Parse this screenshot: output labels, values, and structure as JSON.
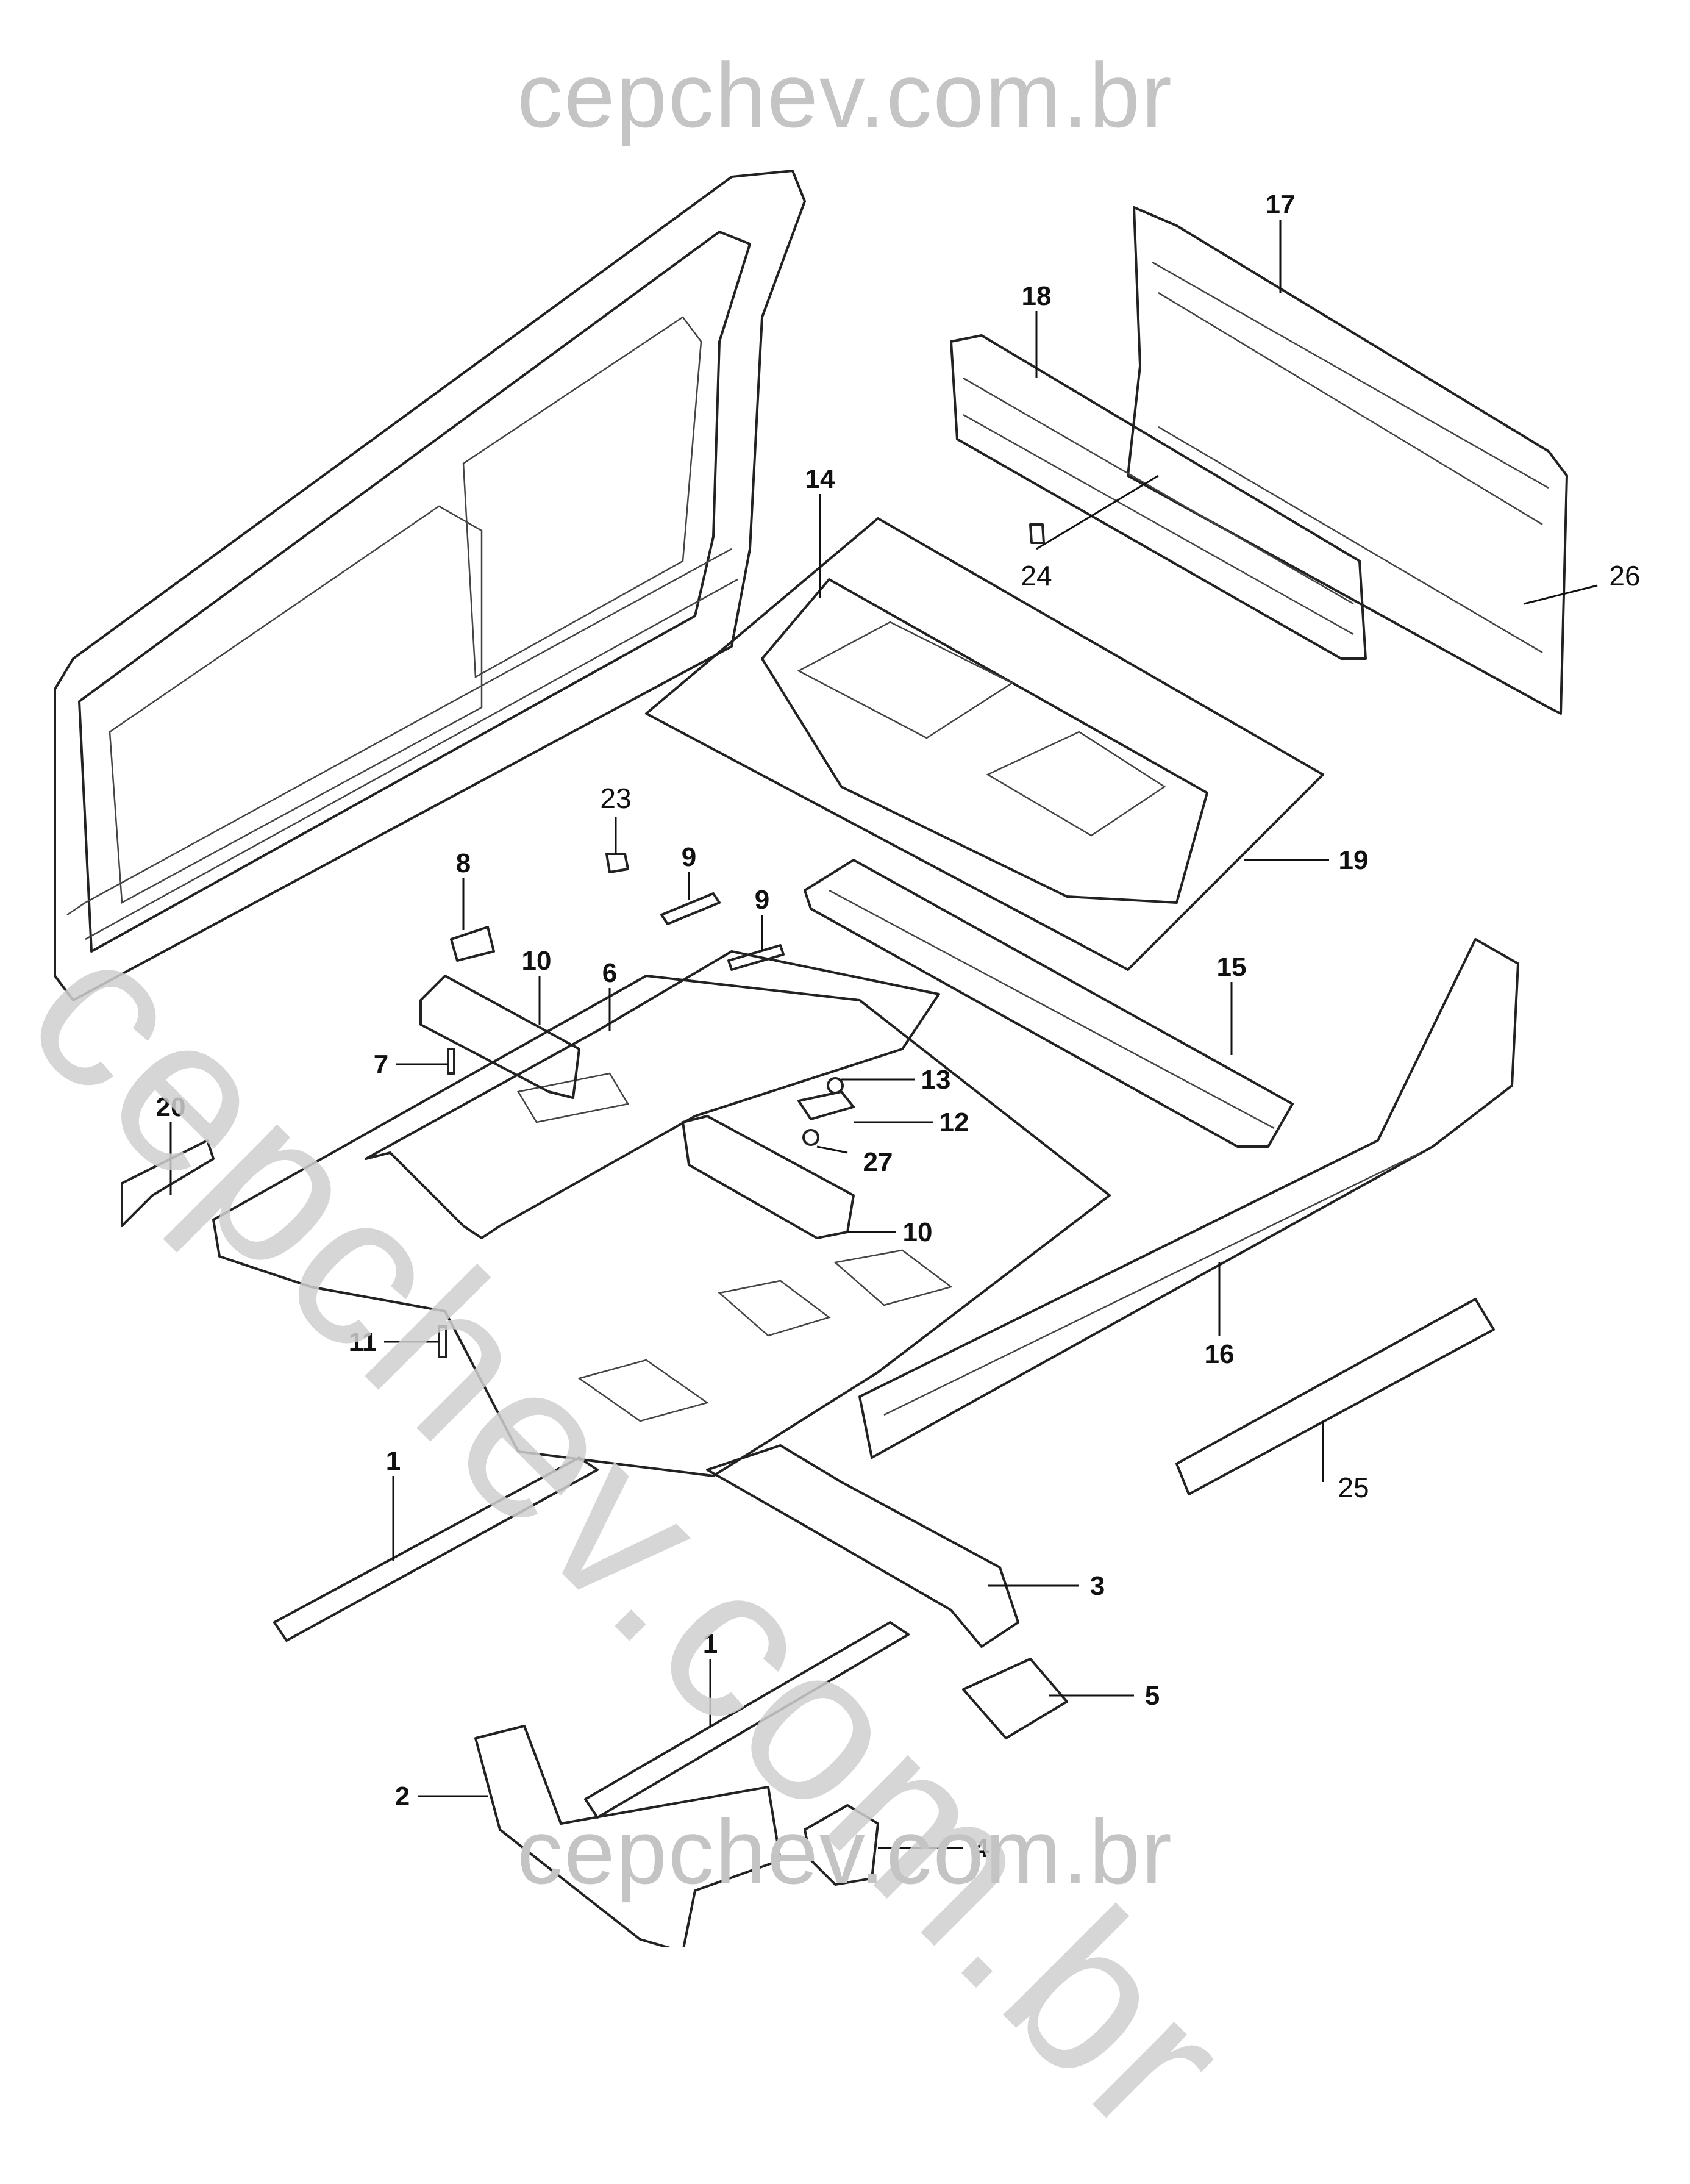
{
  "watermarks": {
    "top": "cepchev.com.br",
    "diagonal": "cepchev.com.br",
    "bottom": "cepchev.com.br"
  },
  "callouts": [
    {
      "id": "c1a",
      "label": "1"
    },
    {
      "id": "c1b",
      "label": "1"
    },
    {
      "id": "c2",
      "label": "2"
    },
    {
      "id": "c3",
      "label": "3"
    },
    {
      "id": "c4",
      "label": "4"
    },
    {
      "id": "c5",
      "label": "5"
    },
    {
      "id": "c6",
      "label": "6"
    },
    {
      "id": "c7",
      "label": "7"
    },
    {
      "id": "c8",
      "label": "8"
    },
    {
      "id": "c9a",
      "label": "9"
    },
    {
      "id": "c9b",
      "label": "9"
    },
    {
      "id": "c10a",
      "label": "10"
    },
    {
      "id": "c10b",
      "label": "10"
    },
    {
      "id": "c11",
      "label": "11"
    },
    {
      "id": "c12",
      "label": "12"
    },
    {
      "id": "c13",
      "label": "13"
    },
    {
      "id": "c14",
      "label": "14"
    },
    {
      "id": "c15",
      "label": "15"
    },
    {
      "id": "c16",
      "label": "16"
    },
    {
      "id": "c17",
      "label": "17"
    },
    {
      "id": "c18",
      "label": "18"
    },
    {
      "id": "c19",
      "label": "19"
    },
    {
      "id": "c20",
      "label": "20"
    },
    {
      "id": "c23",
      "label": "23"
    },
    {
      "id": "c24",
      "label": "24"
    },
    {
      "id": "c25",
      "label": "25"
    },
    {
      "id": "c26",
      "label": "26"
    },
    {
      "id": "c27",
      "label": "27"
    }
  ]
}
